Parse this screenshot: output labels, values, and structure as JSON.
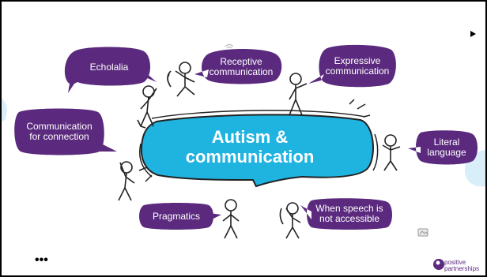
{
  "slide": {
    "title_line1": "Autism &",
    "title_line2": "communication",
    "bubbles": {
      "echolalia": "Echolalia",
      "receptive_line1": "Receptive",
      "receptive_line2": "communication",
      "expressive_line1": "Expressive",
      "expressive_line2": "communication",
      "connection_line1": "Communication",
      "connection_line2": "for connection",
      "literal_line1": "Literal",
      "literal_line2": "language",
      "pragmatics": "Pragmatics",
      "speech_line1": "When speech is",
      "speech_line2": "not accessible"
    },
    "logo_line1": "positive",
    "logo_line2": "partnerships",
    "more_dots": "•••"
  },
  "colors": {
    "purple": "#5b2a7e",
    "cyan": "#1fb3e0",
    "light_blue": "#d8eef8"
  },
  "icons": [
    "play-icon",
    "wifi-icon",
    "image-icon",
    "logo-icon",
    "more-icon"
  ]
}
